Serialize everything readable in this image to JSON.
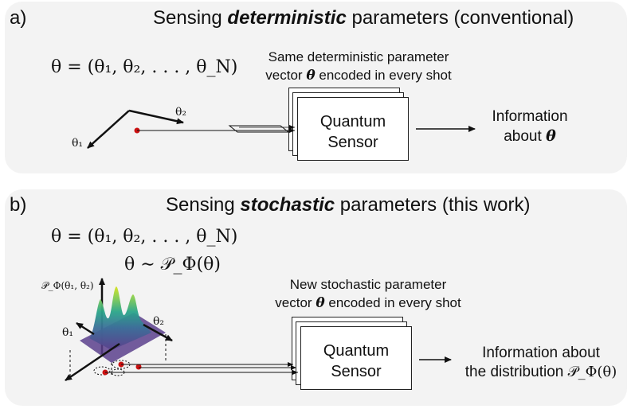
{
  "panel_a": {
    "label": "a)",
    "title_pre": "Sensing ",
    "title_em": "deterministic",
    "title_post": " parameters (conventional)",
    "equation": "θ = (θ₁, θ₂, . . . , θ_N)",
    "axis_theta1": "θ₁",
    "axis_theta2": "θ₂",
    "caption_line1": "Same deterministic parameter",
    "caption_line2_pre": "vector ",
    "caption_theta": "θ",
    "caption_line2_post": " encoded in every shot",
    "sensor_line1": "Quantum",
    "sensor_line2": "Sensor",
    "output_line1": "Information",
    "output_line2_pre": "about ",
    "output_theta": "θ"
  },
  "panel_b": {
    "label": "b)",
    "title_pre": "Sensing ",
    "title_em": "stochastic",
    "title_post": " parameters (this work)",
    "equation": "θ = (θ₁, θ₂, . . . , θ_N)",
    "distribution": "θ ∼ 𝒫_Φ(θ)",
    "z_axis_label": "𝒫_Φ(θ₁, θ₂)",
    "axis_theta1": "θ₁",
    "axis_theta2": "θ₂",
    "caption_line1": "New stochastic parameter",
    "caption_line2_pre": "vector ",
    "caption_theta": "θ",
    "caption_line2_post": " encoded in every shot",
    "sensor_line1": "Quantum",
    "sensor_line2": "Sensor",
    "output_line1": "Information about",
    "output_line2_pre": "the distribution ",
    "output_dist": "𝒫_Φ(θ)"
  },
  "colors": {
    "panel_bg": "#f3f3f3",
    "point": "#cc1111",
    "surface_low": "#5b3f8c",
    "surface_high": "#d8e219"
  }
}
